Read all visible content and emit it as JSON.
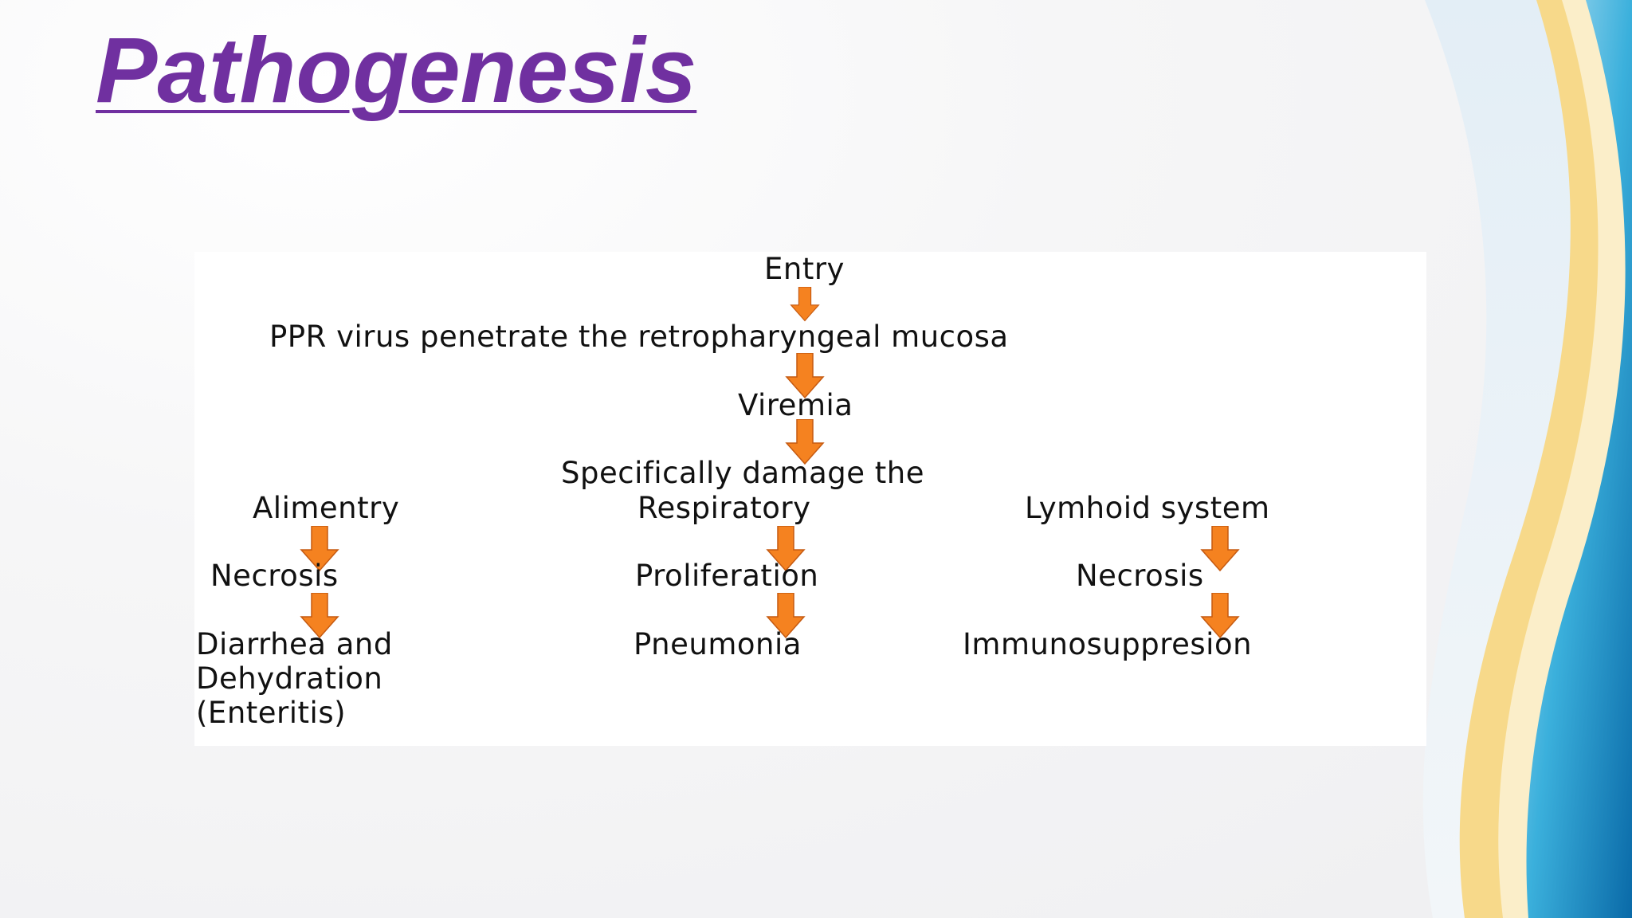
{
  "slide": {
    "title": "Pathogenesis",
    "colors": {
      "title": "#7030a0",
      "arrow": "#f58220",
      "arrow_stroke": "#c55a11",
      "text": "#111111"
    }
  },
  "diagram": {
    "entry": "Entry",
    "penetrate": "PPR virus penetrate the retropharyngeal mucosa",
    "viremia": "Viremia",
    "damage": "Specifically damage the",
    "branches": [
      {
        "system": "Alimentry",
        "effect": "Necrosis",
        "outcome_lines": [
          "Diarrhea and",
          "Dehydration",
          "(Enteritis)"
        ]
      },
      {
        "system": "Respiratory",
        "effect": "Proliferation",
        "outcome_lines": [
          "Pneumonia"
        ]
      },
      {
        "system": "Lymhoid system",
        "effect": "Necrosis",
        "outcome_lines": [
          "Immunosuppresion"
        ]
      }
    ],
    "arrow_icon": "down-arrow-icon"
  }
}
